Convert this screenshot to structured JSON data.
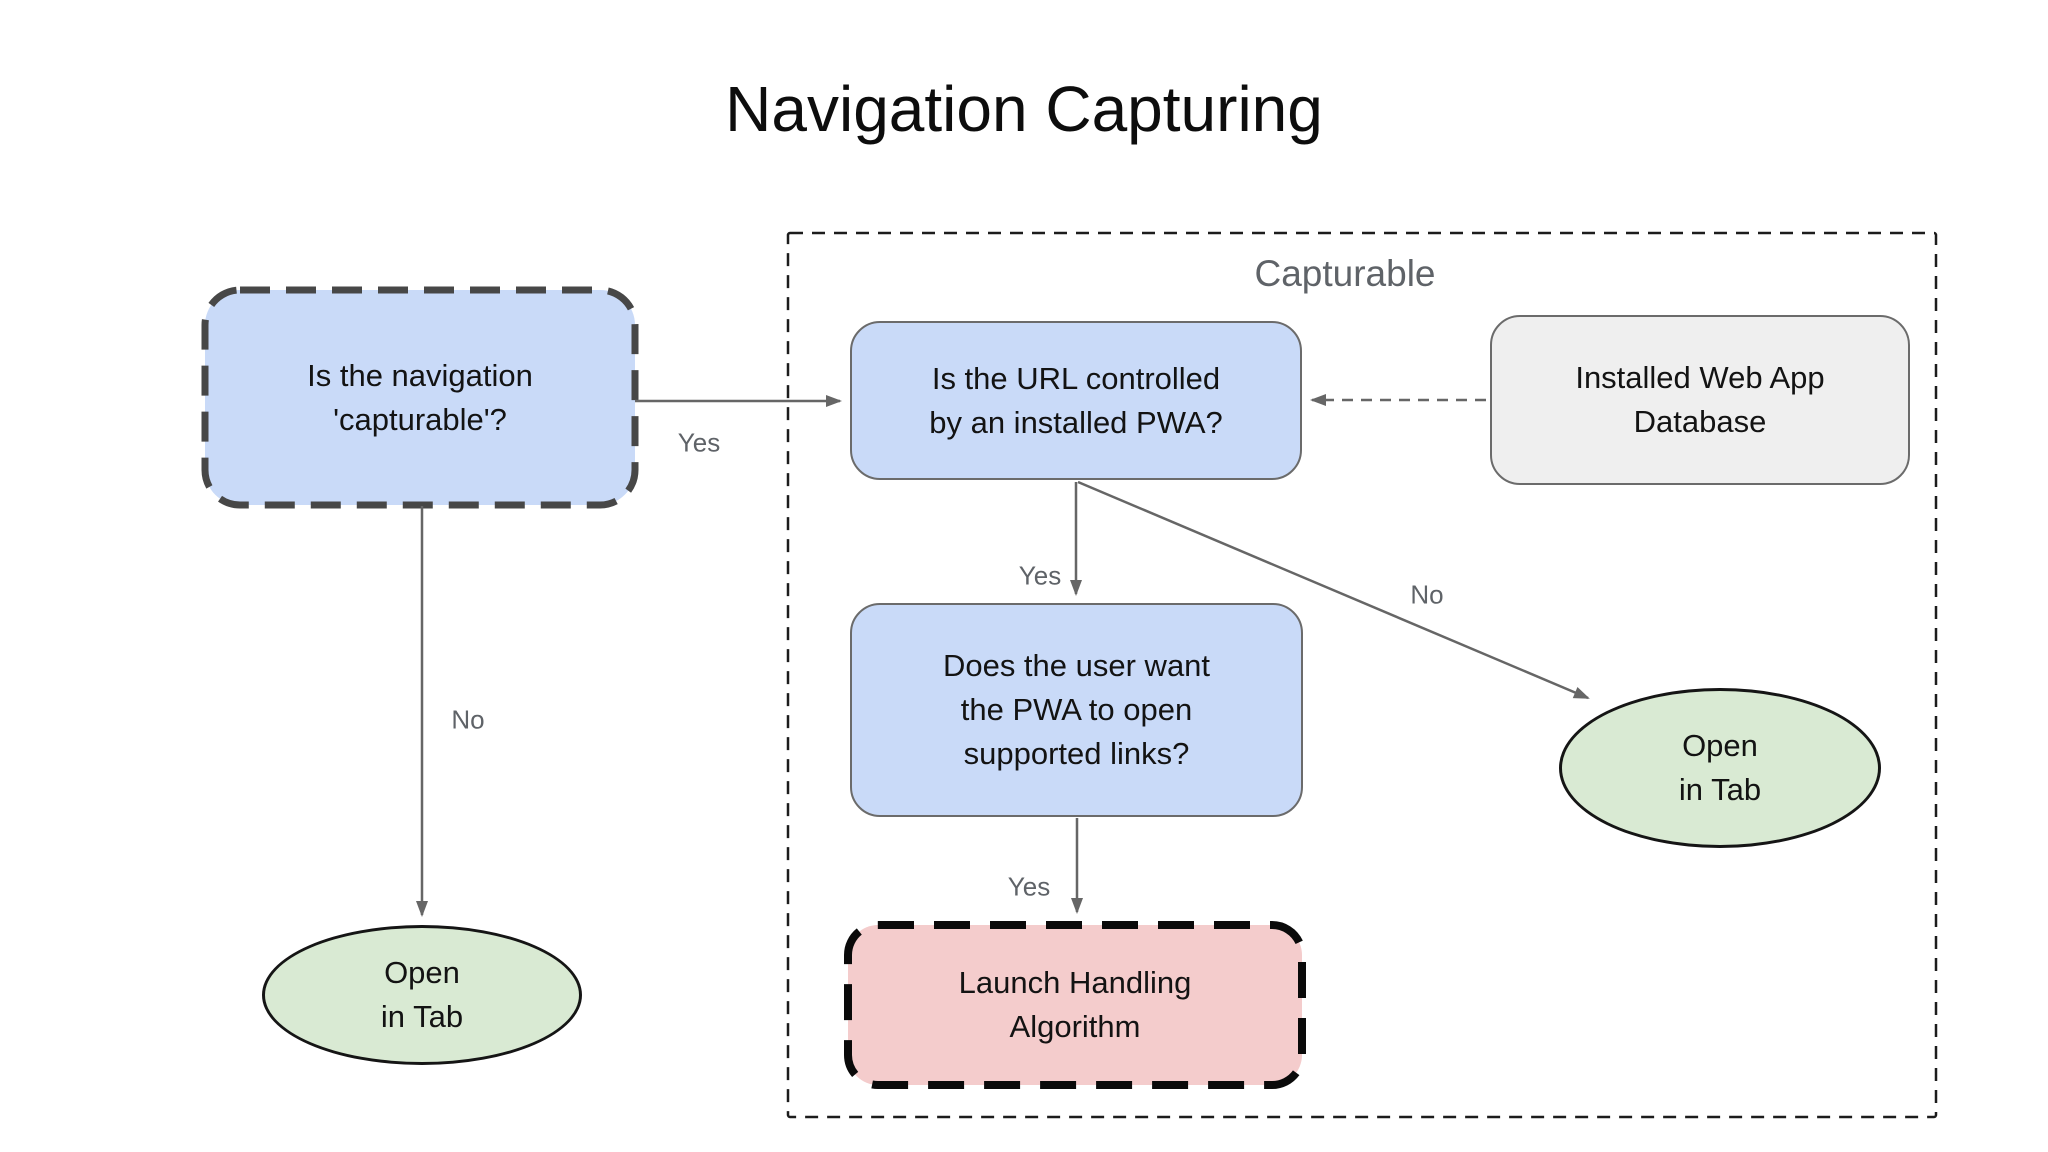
{
  "title": "Navigation Capturing",
  "group": {
    "label": "Capturable"
  },
  "nodes": {
    "is_capturable": {
      "label": "Is the navigation\n'capturable'?"
    },
    "url_controlled": {
      "label": "Is the URL controlled\nby an installed PWA?"
    },
    "installed_db": {
      "label": "Installed Web App\nDatabase"
    },
    "user_wants_links": {
      "label": "Does the user want\nthe PWA to open\nsupported links?"
    },
    "launch_handling": {
      "label": "Launch Handling\nAlgorithm"
    },
    "open_in_tab_left": {
      "label": "Open\nin Tab"
    },
    "open_in_tab_right": {
      "label": "Open\nin Tab"
    }
  },
  "edges": {
    "capturable_yes": {
      "label": "Yes"
    },
    "capturable_no": {
      "label": "No"
    },
    "url_yes": {
      "label": "Yes"
    },
    "url_no": {
      "label": "No"
    },
    "links_yes": {
      "label": "Yes"
    }
  },
  "colors": {
    "decision_fill": "#c9daf8",
    "terminal_fill": "#d9ead3",
    "process_fill": "#f4cccc",
    "database_fill": "#efefef",
    "arrow": "#666666",
    "edge_label": "#5f6368",
    "dashed_box_border": "#434343",
    "launch_border": "#000000"
  }
}
